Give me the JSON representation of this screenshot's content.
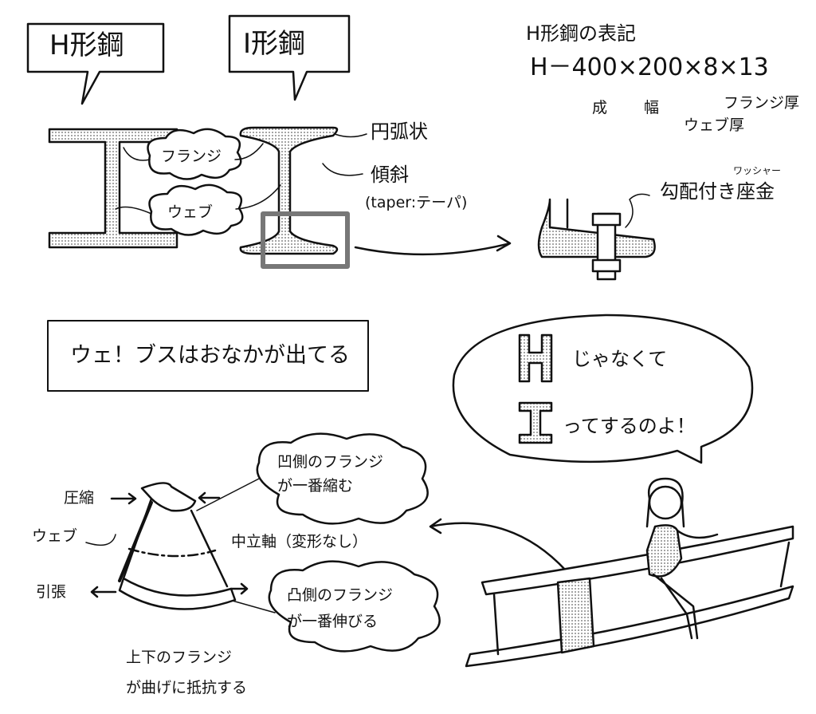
{
  "colors": {
    "ink": "#111111",
    "screentone": "#bdbdbd",
    "paper": "#ffffff"
  },
  "h_beam_box": "H形鋼",
  "i_beam_box": "I形鋼",
  "labels": {
    "flange": "フランジ",
    "web": "ウェブ",
    "arc": "円弧状",
    "slope": "傾斜",
    "taper": "(taper:テーパ)"
  },
  "notation": {
    "title": "H形鋼の表記",
    "formula": "H－400×200×8×13",
    "height": "成",
    "width": "幅",
    "web_thickness": "ウェブ厚",
    "flange_thickness": "フランジ厚"
  },
  "washer": {
    "ruby": "ワッシャー",
    "label": "勾配付き座金"
  },
  "mnemonic": "ウェ！ブスはおなかが出てる",
  "speech": {
    "line1": "じゃなくて",
    "line2": "ってするのよ！"
  },
  "bending": {
    "compression": "圧縮",
    "web": "ウェブ",
    "neutral_axis": "中立軸（変形なし）",
    "tension": "引張",
    "concave_1": "凹側のフランジ",
    "concave_2": "が一番縮む",
    "convex_1": "凸側のフランジ",
    "convex_2": "が一番伸びる",
    "summary_1": "上下のフランジ",
    "summary_2": "が曲げに抵抗する"
  }
}
